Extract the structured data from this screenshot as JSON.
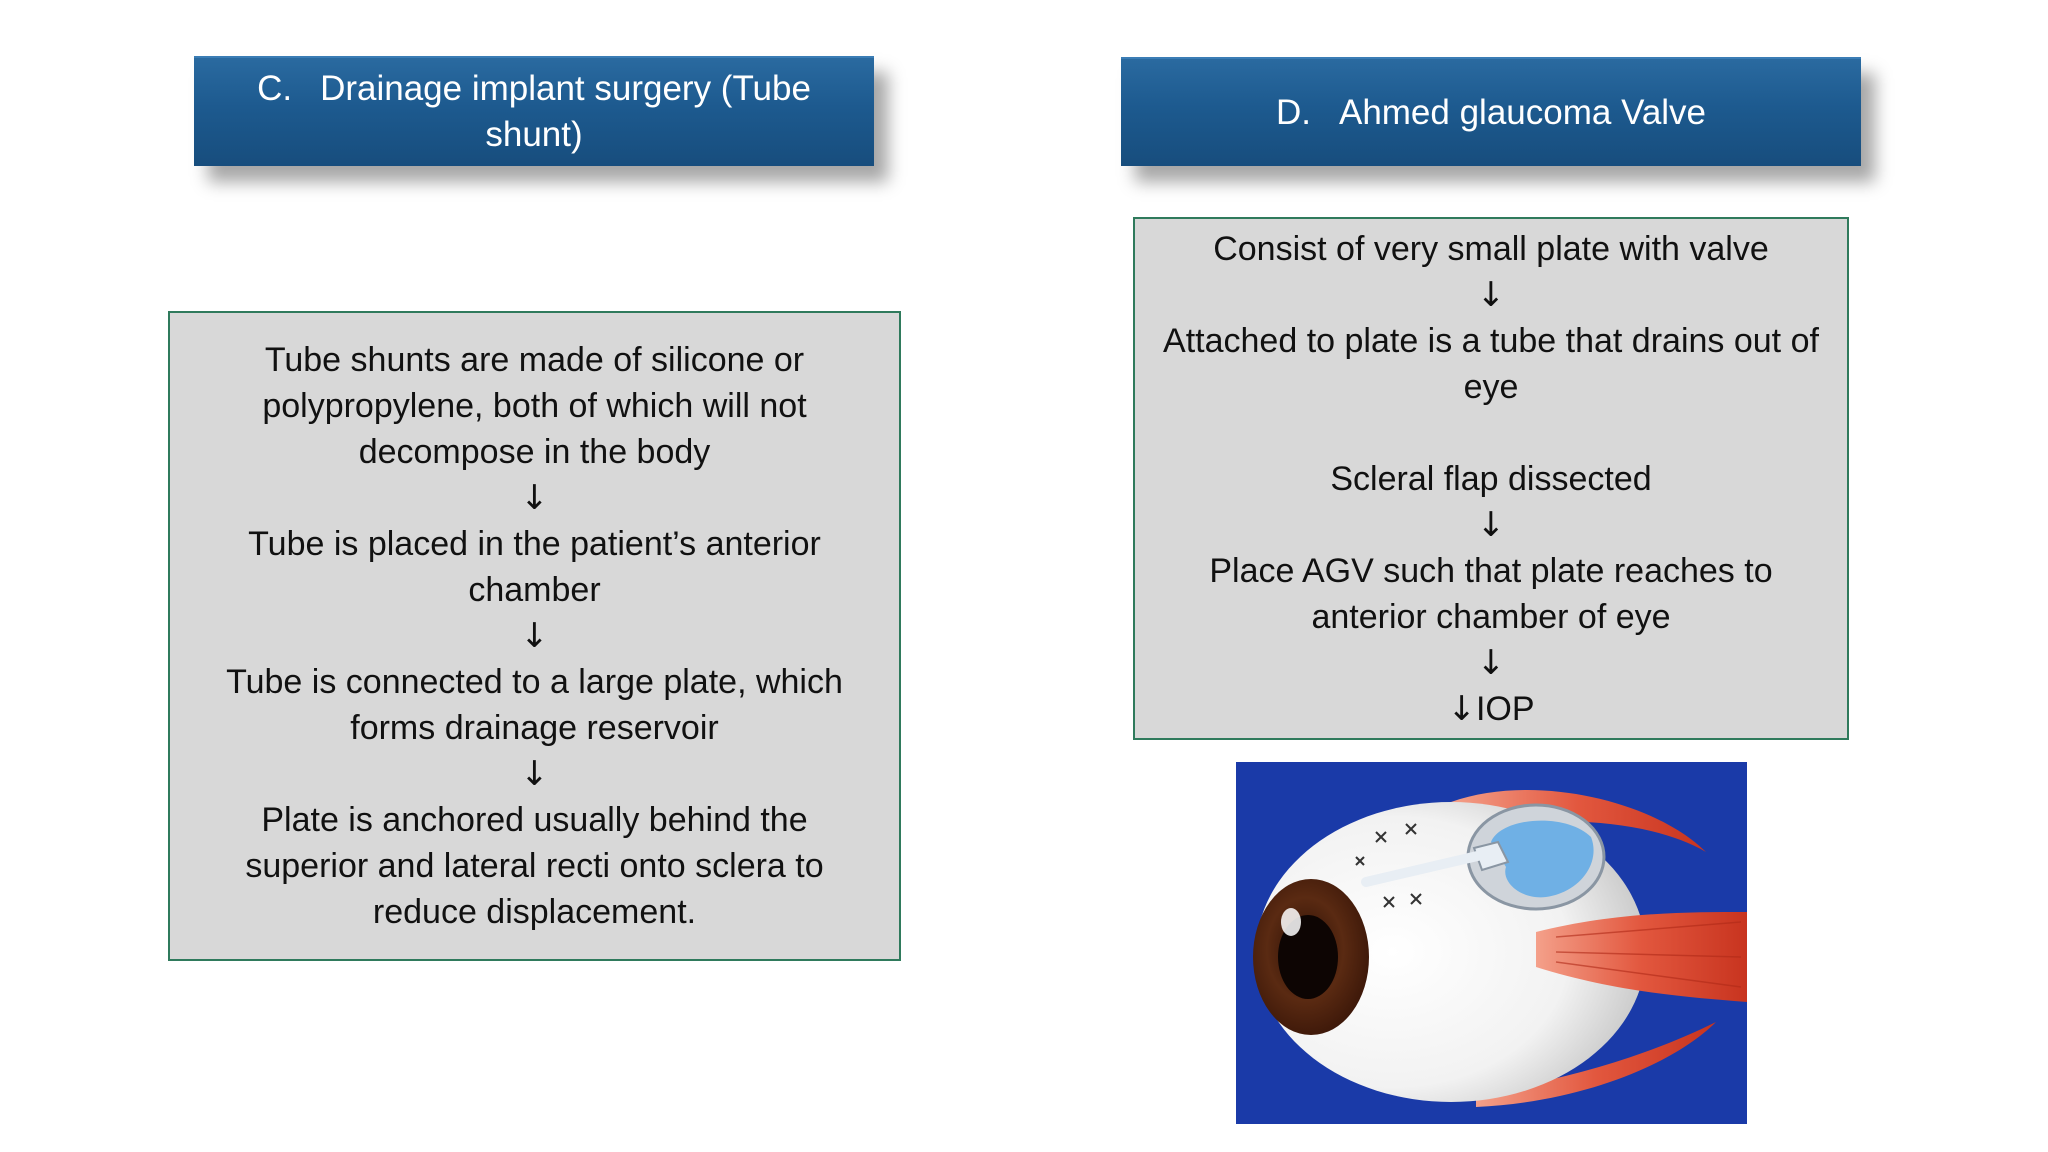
{
  "section_c": {
    "letter": "C.",
    "title_line1": "Drainage implant surgery (Tube",
    "title_line2": "shunt)",
    "steps": [
      "Tube shunts are made of silicone or polypropylene, both of which will not decompose in the body",
      "Tube is placed in the patient’s anterior chamber",
      "Tube is connected to a large plate, which forms drainage reservoir",
      "Plate is anchored usually behind the superior and lateral recti onto sclera to reduce displacement."
    ]
  },
  "section_d": {
    "letter": "D.",
    "title": "Ahmed glaucoma Valve",
    "steps": [
      "Consist of very small plate with valve",
      "Attached to plate is a tube that drains out of eye",
      "Scleral flap dissected",
      "Place AGV such that plate reaches to anterior chamber of eye",
      "IOP"
    ]
  },
  "arrow_symbol": "↓",
  "colors": {
    "header_blue": "#1d5a8f",
    "box_fill": "#d8d8d8",
    "box_border": "#2f7a5c",
    "figure_background": "#1a3aa8"
  }
}
